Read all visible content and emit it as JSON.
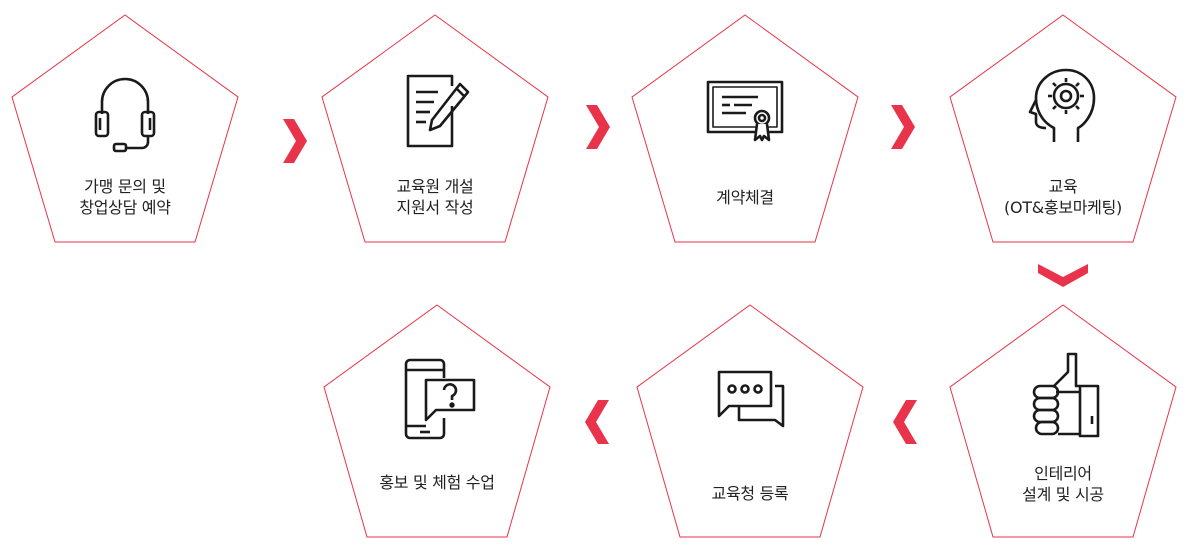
{
  "accent_color": "#e8334a",
  "outline_color": "#e8334a",
  "icon_color": "#1a1a1a",
  "steps": [
    {
      "line1": "가맹 문의 및",
      "line2": "창업상담 예약",
      "icon": "headset-icon"
    },
    {
      "line1": "교육원 개설",
      "line2": "지원서 작성",
      "icon": "document-pen-icon"
    },
    {
      "line1": "계약체결",
      "line2": "",
      "icon": "certificate-icon"
    },
    {
      "line1": "교육",
      "line2": "(OT&홍보마케팅)",
      "icon": "head-gear-icon"
    },
    {
      "line1": "인테리어",
      "line2": "설계 및 시공",
      "icon": "thumbs-up-icon"
    },
    {
      "line1": "교육청 등록",
      "line2": "",
      "icon": "chat-bubbles-icon"
    },
    {
      "line1": "홍보 및 체험 수업",
      "line2": "",
      "icon": "phone-question-icon"
    }
  ]
}
